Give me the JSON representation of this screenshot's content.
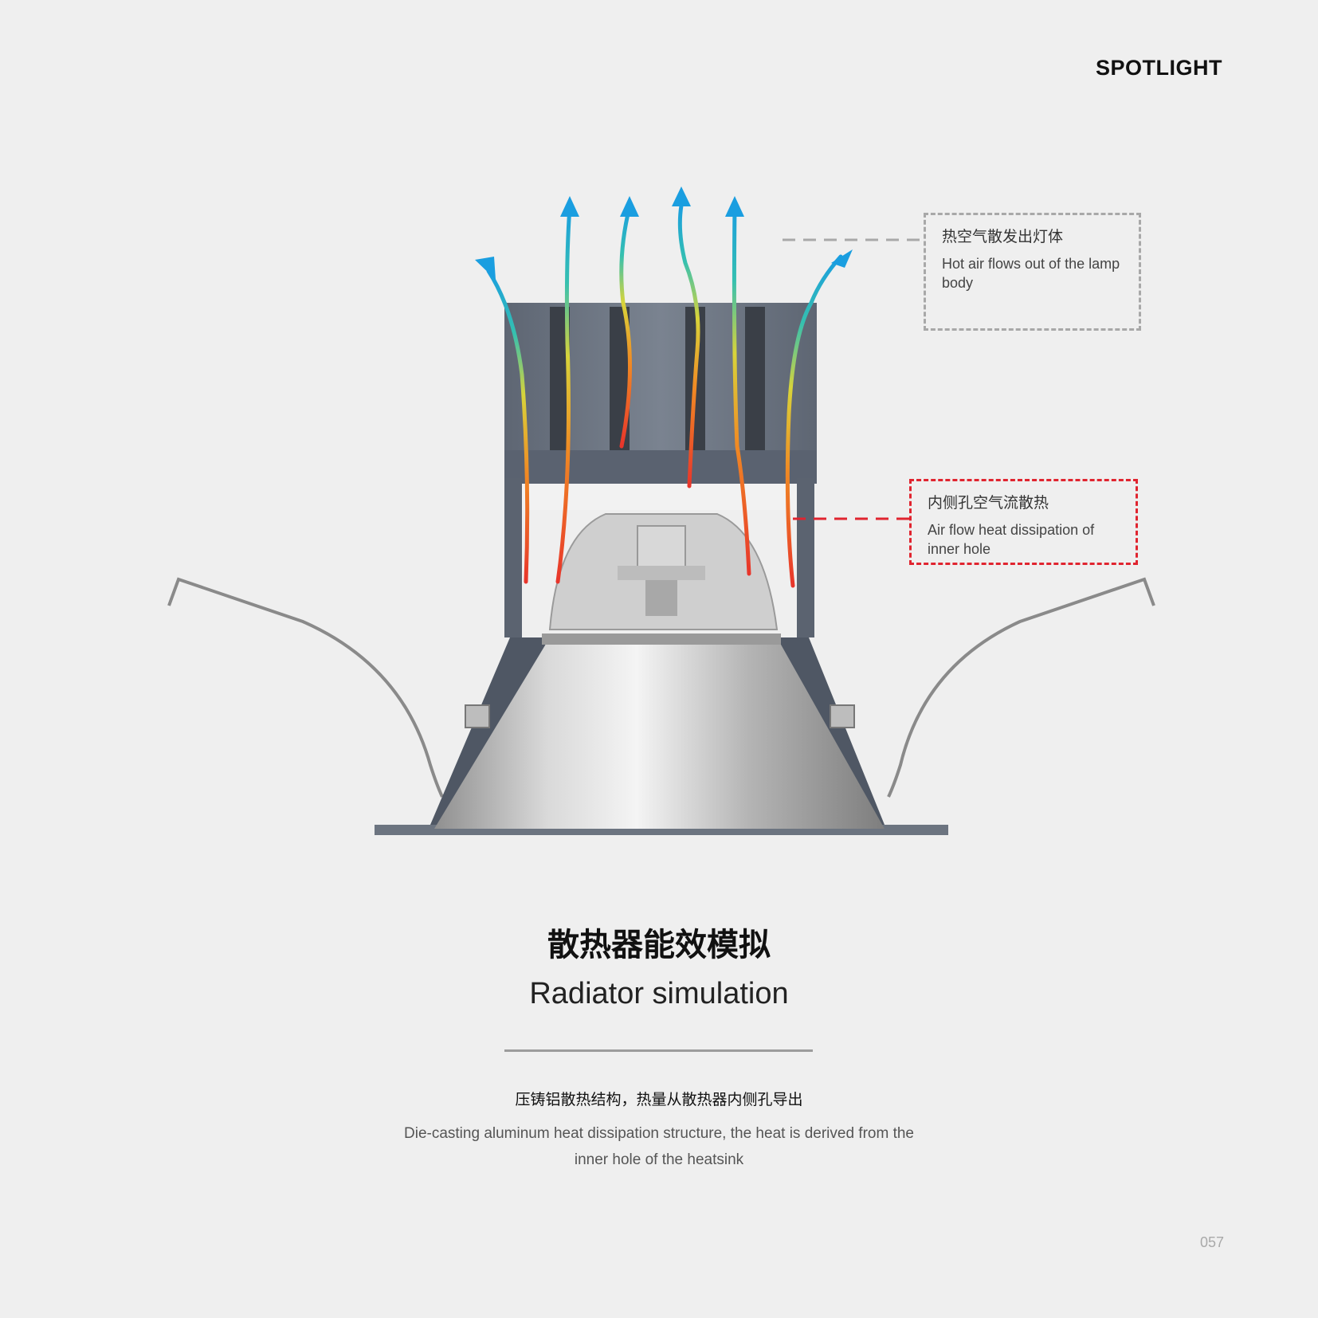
{
  "header": {
    "brand": "SPOTLIGHT"
  },
  "callouts": {
    "hot_air": {
      "cn": "热空气散发出灯体",
      "en": "Hot air flows out of the lamp body"
    },
    "inner_hole": {
      "cn": "内侧孔空气流散热",
      "en": "Air flow heat dissipation of inner hole"
    }
  },
  "title": {
    "cn": "散热器能效模拟",
    "en": "Radiator simulation"
  },
  "description": {
    "cn": "压铸铝散热结构，热量从散热器内侧孔导出",
    "en": "Die-casting aluminum heat dissipation structure, the heat is derived from the inner hole of the heatsink"
  },
  "footer": {
    "page_number": "057"
  },
  "colors": {
    "accent_red": "#e0242f",
    "callout_grey": "#a8a8a8",
    "arrow_blue": "#1a9ee0",
    "heat_red": "#e8352b",
    "heatsink": "#6b7380"
  },
  "icons": [
    "airflow-arrow-icon"
  ]
}
